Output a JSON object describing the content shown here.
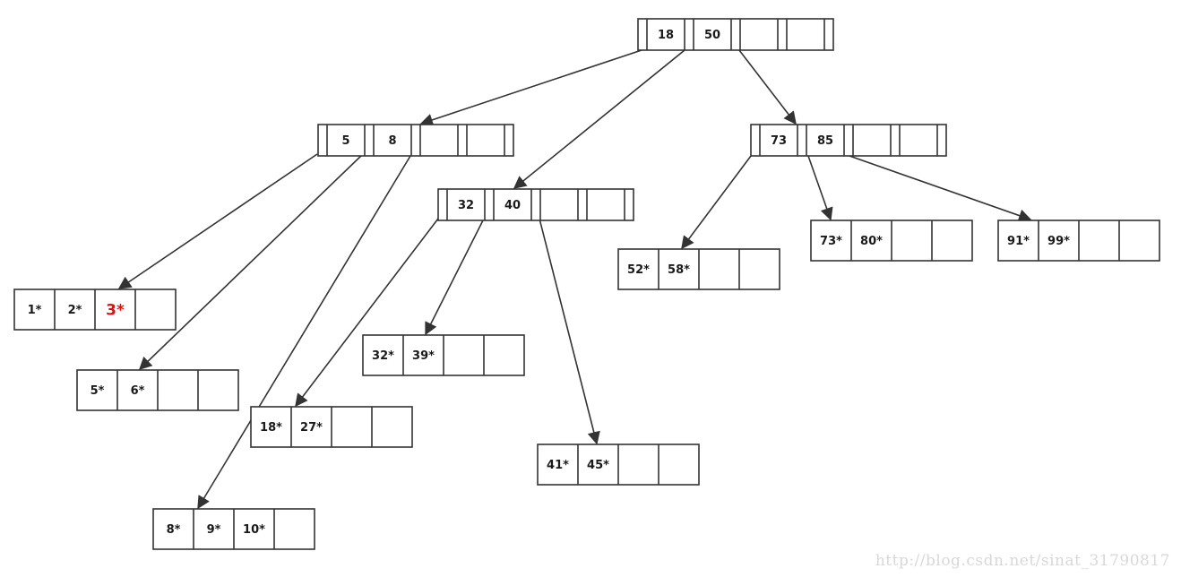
{
  "tree": {
    "nodes": [
      {
        "id": "root",
        "kind": "internal",
        "keys": [
          "18",
          "50"
        ]
      },
      {
        "id": "n-5-8",
        "kind": "internal",
        "keys": [
          "5",
          "8"
        ]
      },
      {
        "id": "n-32-40",
        "kind": "internal",
        "keys": [
          "32",
          "40"
        ]
      },
      {
        "id": "n-73-85",
        "kind": "internal",
        "keys": [
          "73",
          "85"
        ]
      },
      {
        "id": "leaf-1-2-3",
        "kind": "leaf",
        "keys": [
          "1*",
          "2*",
          "3*",
          ""
        ],
        "highlight": [
          2
        ]
      },
      {
        "id": "leaf-5-6",
        "kind": "leaf",
        "keys": [
          "5*",
          "6*",
          "",
          ""
        ]
      },
      {
        "id": "leaf-8-9-10",
        "kind": "leaf",
        "keys": [
          "8*",
          "9*",
          "10*",
          ""
        ]
      },
      {
        "id": "leaf-18-27",
        "kind": "leaf",
        "keys": [
          "18*",
          "27*",
          "",
          ""
        ]
      },
      {
        "id": "leaf-32-39",
        "kind": "leaf",
        "keys": [
          "32*",
          "39*",
          "",
          ""
        ]
      },
      {
        "id": "leaf-41-45",
        "kind": "leaf",
        "keys": [
          "41*",
          "45*",
          "",
          ""
        ]
      },
      {
        "id": "leaf-52-58",
        "kind": "leaf",
        "keys": [
          "52*",
          "58*",
          "",
          ""
        ]
      },
      {
        "id": "leaf-73-80",
        "kind": "leaf",
        "keys": [
          "73*",
          "80*",
          "",
          ""
        ]
      },
      {
        "id": "leaf-91-99",
        "kind": "leaf",
        "keys": [
          "91*",
          "99*",
          "",
          ""
        ]
      }
    ],
    "edges": [
      {
        "from": "root",
        "to": "n-5-8"
      },
      {
        "from": "root",
        "to": "n-32-40"
      },
      {
        "from": "root",
        "to": "n-73-85"
      },
      {
        "from": "n-5-8",
        "to": "leaf-1-2-3"
      },
      {
        "from": "n-5-8",
        "to": "leaf-5-6"
      },
      {
        "from": "n-5-8",
        "to": "leaf-8-9-10"
      },
      {
        "from": "n-32-40",
        "to": "leaf-18-27"
      },
      {
        "from": "n-32-40",
        "to": "leaf-32-39"
      },
      {
        "from": "n-32-40",
        "to": "leaf-41-45"
      },
      {
        "from": "n-73-85",
        "to": "leaf-52-58"
      },
      {
        "from": "n-73-85",
        "to": "leaf-73-80"
      },
      {
        "from": "n-73-85",
        "to": "leaf-91-99"
      }
    ]
  },
  "colors": {
    "line": "#333333",
    "text": "#1a1a1a",
    "highlight": "#e01010",
    "watermark": "#d8d8d8"
  },
  "watermark": "http://blog.csdn.net/sinat_31790817"
}
